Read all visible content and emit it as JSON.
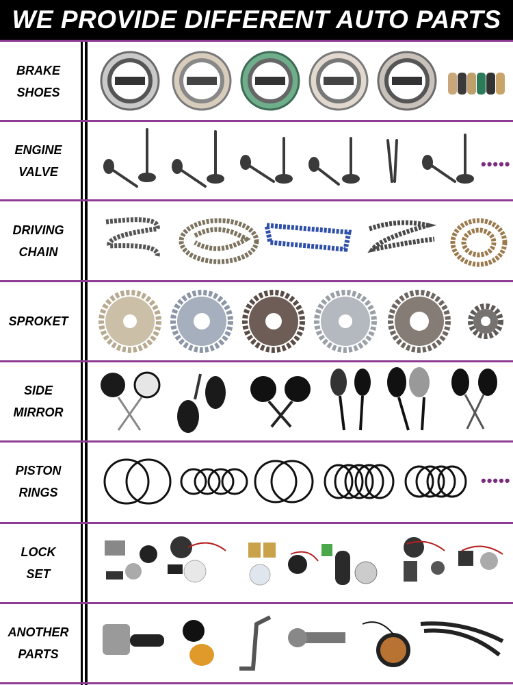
{
  "banner": {
    "title": "WE PROVIDE DIFFERENT AUTO PARTS"
  },
  "colors": {
    "separator": "#8e3c93",
    "banner_bg": "#000000",
    "dots": "#7a2b80"
  },
  "rows": [
    {
      "label": "BRAKE\nSHOES"
    },
    {
      "label": "ENGINE\nVALVE",
      "more": "•••••"
    },
    {
      "label": "DRIVING\nCHAIN"
    },
    {
      "label": "SPROKET"
    },
    {
      "label": "SIDE\nMIRROR"
    },
    {
      "label": "PISTON\nRINGS",
      "more": "•••••"
    },
    {
      "label": "LOCK\nSET"
    },
    {
      "label": "ANOTHER\nPARTS"
    }
  ]
}
